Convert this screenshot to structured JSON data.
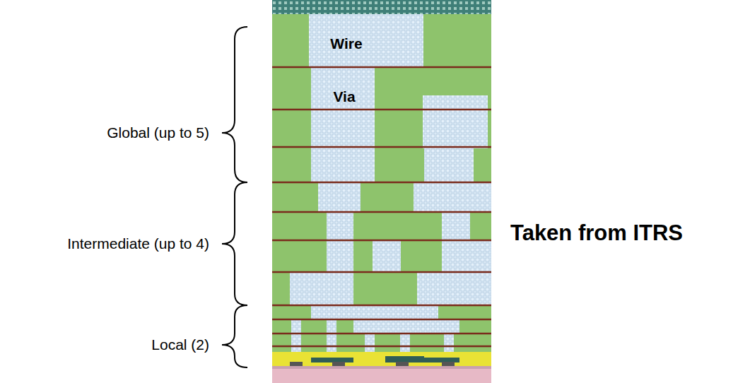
{
  "diagram": {
    "labels": [
      "Wire",
      "Via",
      "Global (up to 5)",
      "Intermediate (up to 4)",
      "Local (2)",
      "Taken from ITRS"
    ]
  }
}
